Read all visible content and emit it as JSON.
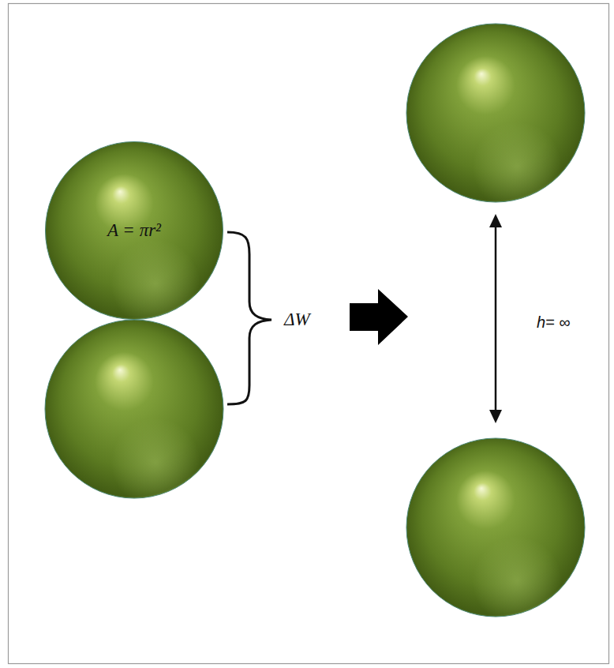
{
  "diagram": {
    "nodes": [
      {
        "text": [
          "A = πr²"
        ]
      }
    ],
    "labels": [
      "ΔW",
      "h= ∞"
    ]
  }
}
